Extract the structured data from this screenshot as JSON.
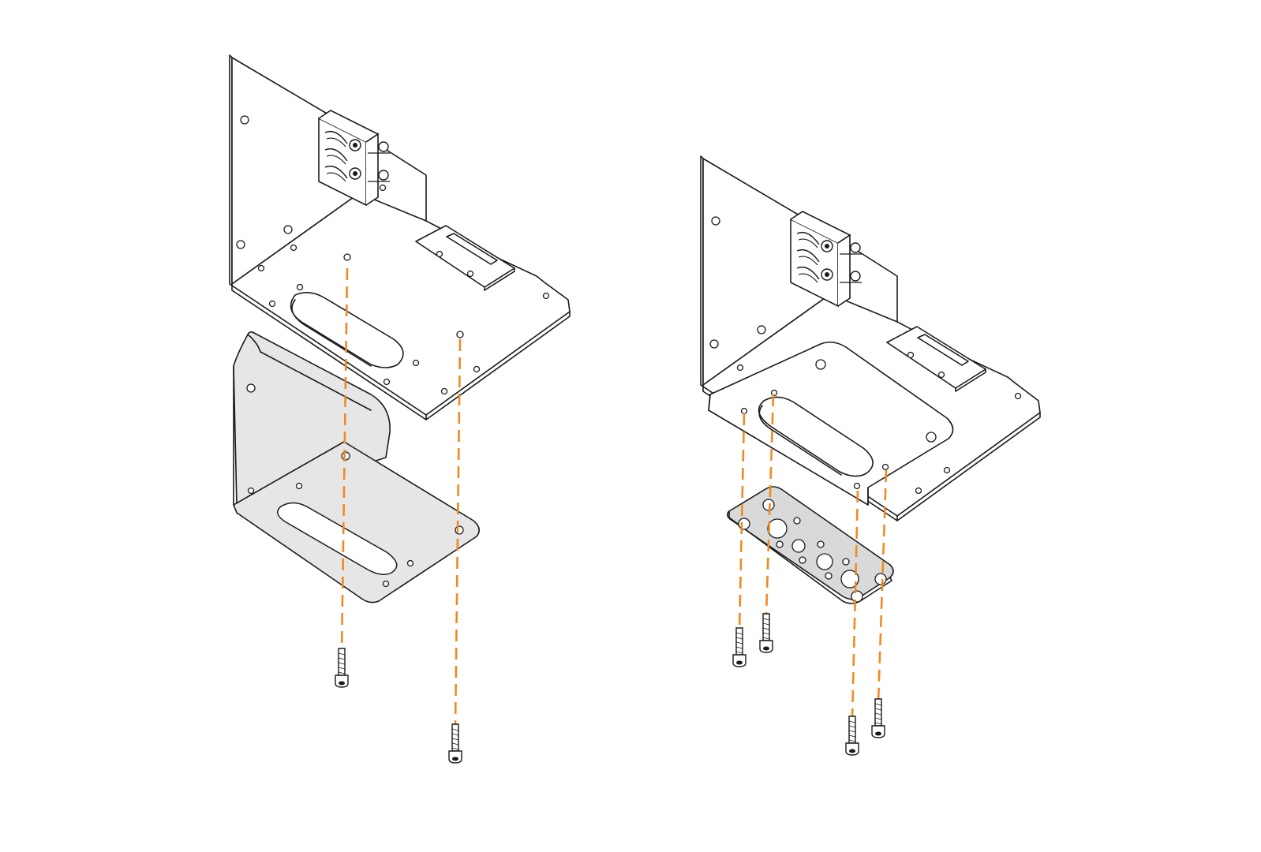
{
  "colors": {
    "background": "#ffffff",
    "line": "#1a1a1a",
    "bracket_fill": "#e6e6e6",
    "mount_plate_fill": "#d9d9d9",
    "guide_line": "#ee8a24"
  },
  "icons": {
    "screw": "screw-icon",
    "terminal_block": "terminal-block-icon"
  },
  "panels": [
    {
      "id": "left",
      "parts": [
        "power-supply-chassis",
        "l-bracket",
        "screw",
        "screw"
      ]
    },
    {
      "id": "right",
      "parts": [
        "power-supply-chassis",
        "mounting-plate",
        "screw",
        "screw",
        "screw",
        "screw"
      ]
    }
  ]
}
